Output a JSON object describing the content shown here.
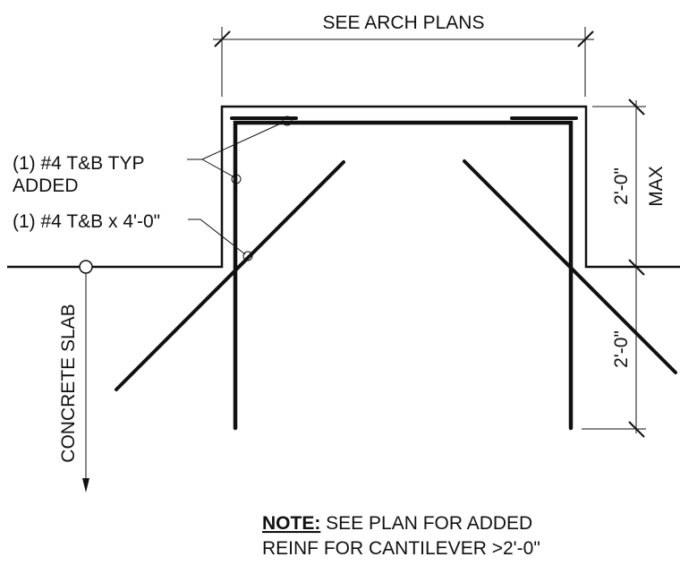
{
  "dimension_top": "SEE ARCH PLANS",
  "dimension_right_upper": "2'-0\"",
  "dimension_right_upper_note": "MAX",
  "dimension_right_lower": "2'-0\"",
  "leader_label_1_line1": "(1) #4 T&B TYP",
  "leader_label_1_line2": "ADDED",
  "leader_label_2": "(1) #4 T&B x 4'-0\"",
  "slab_label": "CONCRETE SLAB",
  "note_prefix": "NOTE:",
  "note_line1": " SEE PLAN FOR ADDED",
  "note_line2": "REINF FOR CANTILEVER >2'-0\"",
  "colors": {
    "ink": "#111111",
    "background": "#ffffff"
  }
}
